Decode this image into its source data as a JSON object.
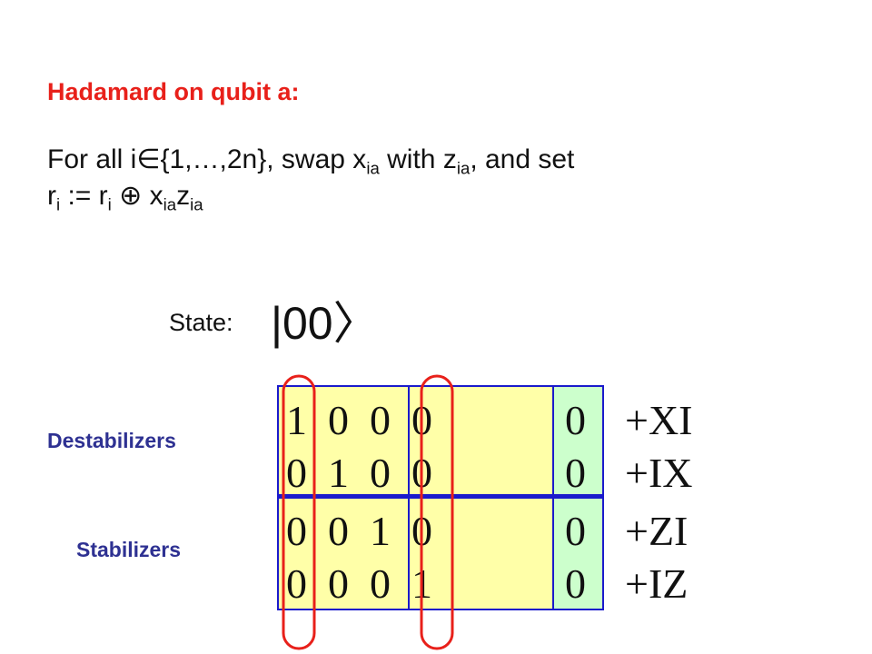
{
  "title": "Hadamard on qubit a:",
  "description": {
    "t1": "For all i",
    "in_symbol": "∈",
    "t2": "{1,…,2n}, swap x",
    "sub_ia_1": "ia",
    "t3": " with z",
    "sub_ia_2": "ia",
    "t4": ", and set",
    "t5": "r",
    "sub_i_1": "i",
    "t6": " := r",
    "sub_i_2": "i",
    "oplus": " ⊕ ",
    "t7": "x",
    "sub_ia_3": "ia",
    "t8": "z",
    "sub_ia_4": "ia"
  },
  "state": {
    "label": "State:",
    "ket": "|00〉"
  },
  "labels": {
    "destabilizers": "Destabilizers",
    "stabilizers": "Stabilizers"
  },
  "matrix": {
    "rows": [
      {
        "bits": "1  0  0  0",
        "r": "0",
        "pauli": "+XI"
      },
      {
        "bits": "0  1  0  0",
        "r": "0",
        "pauli": "+IX"
      },
      {
        "bits": "0  0  1  0",
        "r": "0",
        "pauli": "+ZI"
      },
      {
        "bits": "0  0  0  1",
        "r": "0",
        "pauli": "+IZ"
      }
    ]
  },
  "colors": {
    "title": "#e8201a",
    "label": "#2e3192",
    "tableau_fill": "#ffffa8",
    "phase_fill": "#ccffcc",
    "border": "#1a1acc",
    "oval": "#e8201a"
  }
}
